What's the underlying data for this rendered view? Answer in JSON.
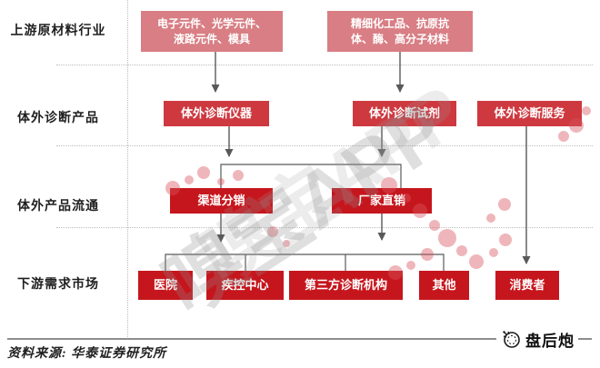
{
  "rows": {
    "upstream": {
      "label": "上游原材料行业",
      "boxes": [
        "电子元件、光学元件、\n液路元件、模具",
        "精细化工品、抗原抗\n体、酶、高分子材料"
      ]
    },
    "products": {
      "label": "体外诊断产品",
      "boxes": [
        "体外诊断仪器",
        "体外诊断试剂",
        "体外诊断服务"
      ]
    },
    "circulation": {
      "label": "体外产品流通",
      "boxes": [
        "渠道分销",
        "厂家直销"
      ]
    },
    "market": {
      "label": "下游需求市场",
      "boxes": [
        "医院",
        "疾控中心",
        "第三方诊断机构",
        "其他",
        "消费者"
      ]
    }
  },
  "footer": {
    "source": "资料来源: 华泰证券研究所",
    "logo_text": "盘后炮"
  },
  "watermark": {
    "text": "嗅宝APP"
  },
  "colors": {
    "upstream_box": "#d87e84",
    "product_box": "#ce3940",
    "deep_red_box": "#c6161d",
    "connector": "#595959",
    "dotted_line": "#bdbdbd",
    "footer_line": "#8d8d8d"
  }
}
